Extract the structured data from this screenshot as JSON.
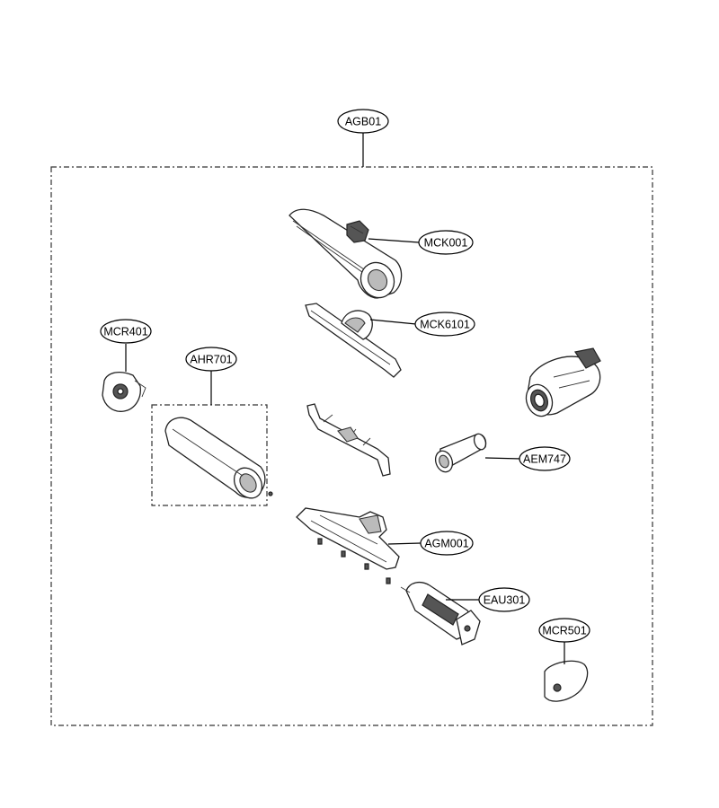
{
  "labels": {
    "agb01": "AGB01",
    "mck001": "MCK001",
    "mck6101": "MCK6101",
    "mcr401": "MCR401",
    "ahr701": "AHR701",
    "aem747": "AEM747",
    "agm001": "AGM001",
    "eau301": "EAU301",
    "mcr501": "MCR501"
  }
}
